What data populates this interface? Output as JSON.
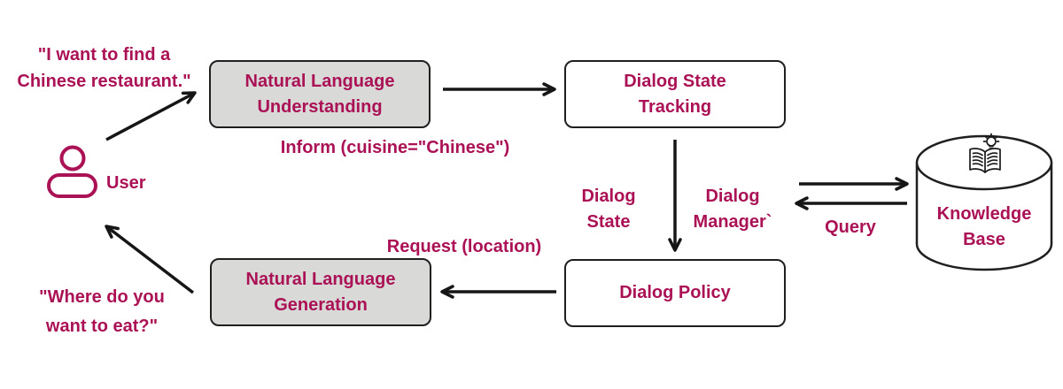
{
  "colors": {
    "accent": "#ab1155",
    "box_gray": "#d9d9d8",
    "box_border": "#1f1f1f",
    "arrow": "#161616",
    "background": "#ffffff"
  },
  "user": {
    "label": "User",
    "utterance_to_system": {
      "line1": "\"I want to find a",
      "line2": "Chinese restaurant.\""
    },
    "utterance_from_system": {
      "line1": "\"Where do you",
      "line2": "want to eat?\""
    }
  },
  "nodes": {
    "nlu": {
      "line1": "Natural Language",
      "line2": "Understanding"
    },
    "dst": {
      "line1": "Dialog State",
      "line2": "Tracking"
    },
    "policy": {
      "line1": "Dialog Policy"
    },
    "nlg": {
      "line1": "Natural Language",
      "line2": "Generation"
    },
    "kb": {
      "line1": "Knowledge",
      "line2": "Base"
    }
  },
  "annotations": {
    "inform": "Inform (cuisine=\"Chinese\")",
    "request": "Request (location)",
    "dialog_state": {
      "line1": "Dialog",
      "line2": "State"
    },
    "dialog_manager": {
      "line1": "Dialog",
      "line2": "Manager`"
    },
    "query": "Query"
  },
  "icons": {
    "user": "user-icon",
    "knowledge_base": "open-book-lightbulb-icon"
  }
}
